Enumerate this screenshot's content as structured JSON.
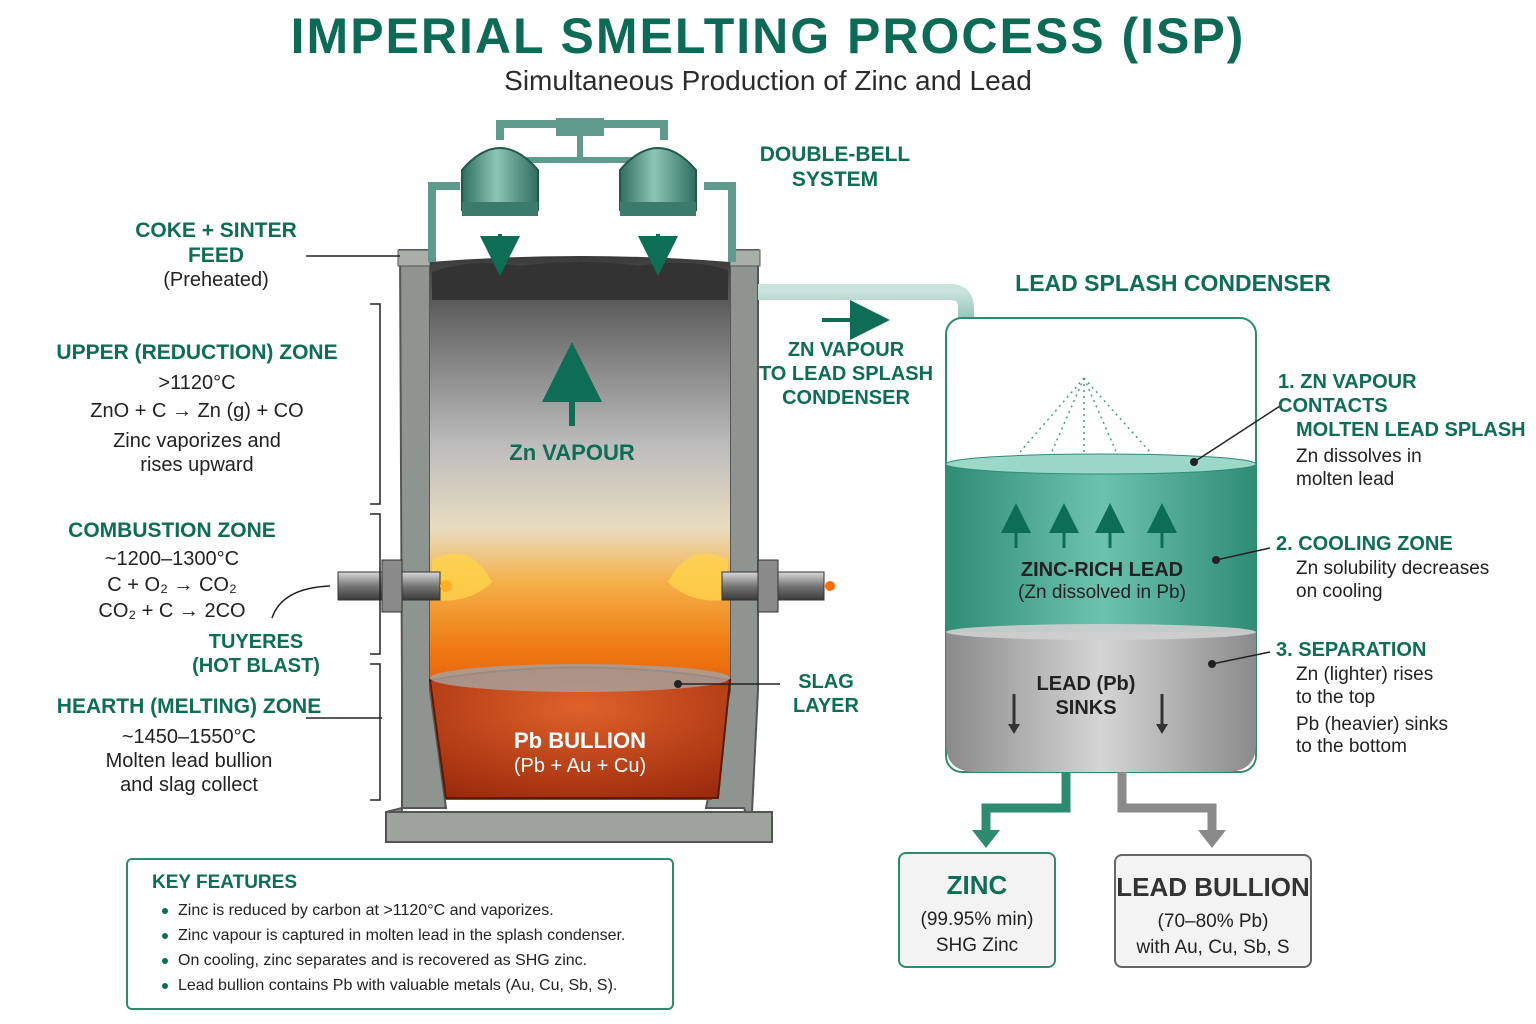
{
  "header": {
    "title": "IMPERIAL SMELTING PROCESS (ISP)",
    "subtitle": "Simultaneous Production of Zinc and Lead"
  },
  "furnace": {
    "double_bell": [
      "DOUBLE-BELL",
      "SYSTEM"
    ],
    "feed": {
      "title": [
        "COKE + SINTER",
        "FEED"
      ],
      "note": "(Preheated)"
    },
    "upper_zone": {
      "title": "UPPER (REDUCTION) ZONE",
      "temp": ">1120°C",
      "reaction": "ZnO + C → Zn (g) + CO",
      "note": [
        "Zinc vaporizes and",
        "rises upward"
      ]
    },
    "combustion_zone": {
      "title": "COMBUSTION ZONE",
      "temp": "~1200–1300°C",
      "reaction1": "C + O₂ → CO₂",
      "reaction2": "CO₂ + C → 2CO"
    },
    "tuyeres": [
      "TUYERES",
      "(HOT BLAST)"
    ],
    "hearth_zone": {
      "title": "HEARTH (MELTING) ZONE",
      "temp": "~1450–1550°C",
      "note": [
        "Molten lead bullion",
        "and slag collect"
      ]
    },
    "zn_vapour": "Zn VAPOUR",
    "bullion": {
      "title": "Pb BULLION",
      "sub": "(Pb + Au + Cu)"
    },
    "slag": [
      "SLAG",
      "LAYER"
    ],
    "transfer": [
      "ZN VAPOUR",
      "TO LEAD SPLASH",
      "CONDENSER"
    ]
  },
  "condenser": {
    "title": "LEAD SPLASH CONDENSER",
    "zinc_rich": {
      "title": "ZINC-RICH LEAD",
      "sub": "(Zn dissolved in Pb)"
    },
    "lead_sinks": [
      "LEAD (Pb)",
      "SINKS"
    ],
    "step1": {
      "title": [
        "1. ZN VAPOUR CONTACTS",
        "MOLTEN LEAD SPLASH"
      ],
      "note": [
        "Zn dissolves in",
        "molten lead"
      ]
    },
    "step2": {
      "title": "2. COOLING ZONE",
      "note": [
        "Zn solubility decreases",
        "on cooling"
      ]
    },
    "step3": {
      "title": "3. SEPARATION",
      "note": [
        "Zn (lighter) rises",
        "to the top",
        "Pb (heavier) sinks",
        "to the bottom"
      ]
    }
  },
  "outputs": {
    "zinc": {
      "title": "ZINC",
      "line1": "(99.95% min)",
      "line2": "SHG Zinc"
    },
    "lead": {
      "title": "LEAD BULLION",
      "line1": "(70–80% Pb)",
      "line2": "with Au, Cu, Sb, S"
    }
  },
  "key_features": {
    "title": "KEY FEATURES",
    "items": [
      "Zinc is reduced by carbon at >1120°C and vaporizes.",
      "Zinc vapour is captured in molten lead in the splash condenser.",
      "On cooling, zinc separates and is recovered as SHG zinc.",
      "Lead bullion contains Pb with valuable metals (Au, Cu, Sb, S)."
    ]
  },
  "colors": {
    "accent_green": "#0d6e55",
    "teal_liquid": "#3fa58c",
    "lead_grey": "#9a9a9a",
    "fire_orange": "#f07a12",
    "bullion_red": "#c8401a"
  }
}
